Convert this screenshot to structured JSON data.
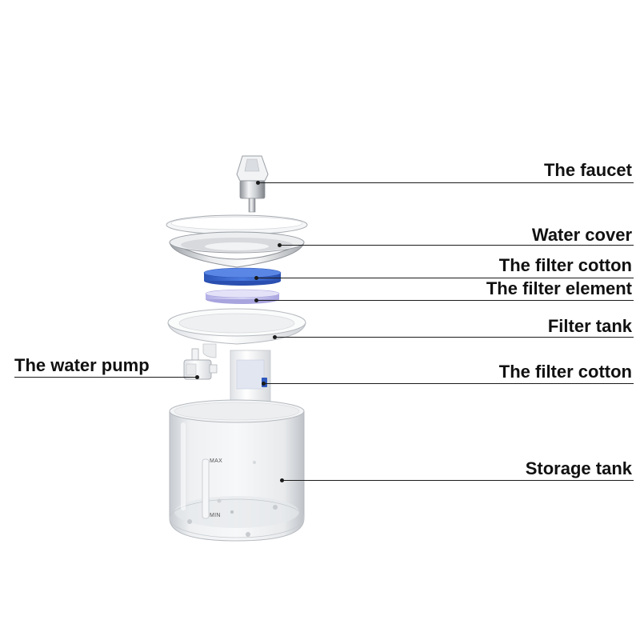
{
  "labels": {
    "faucet": "The faucet",
    "water_cover": "Water cover",
    "filter_cotton_top": "The filter cotton",
    "filter_element": "The filter element",
    "filter_tank": "Filter tank",
    "water_pump": "The water pump",
    "filter_cotton_lower": "The filter cotton",
    "storage_tank": "Storage tank"
  },
  "gauge": {
    "max": "MAX",
    "min": "MIN"
  },
  "colors": {
    "label_text": "#111111",
    "leader_line": "#1a1a1a",
    "filter_cotton": "#3f6fd8",
    "filter_element": "#c9c6ef"
  }
}
